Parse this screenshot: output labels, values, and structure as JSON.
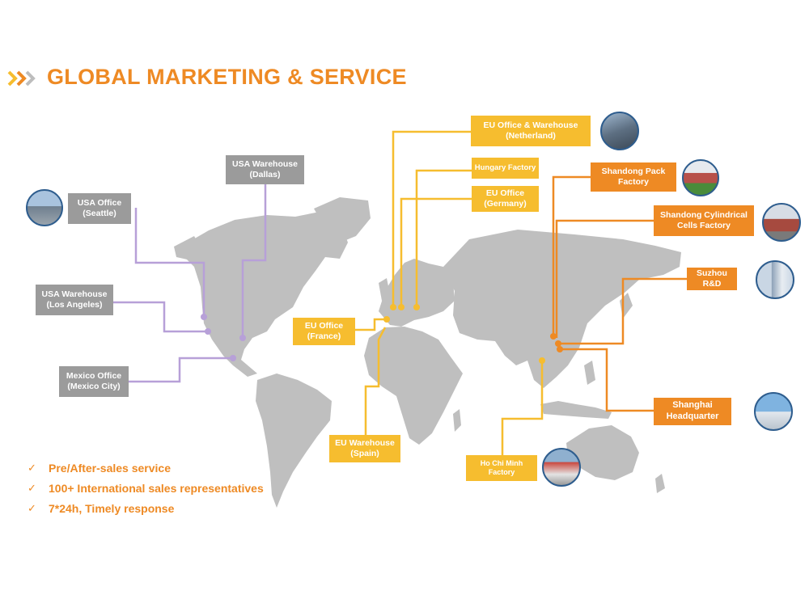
{
  "title": "GLOBAL MARKETING & SERVICE",
  "colors": {
    "accent": "#ee8a24",
    "yellow": "#f6bd2f",
    "gray": "#9b9b9b",
    "land": "#bfbfbf",
    "purple_line": "#b7a0d8"
  },
  "labels": {
    "usa_office": [
      "USA Office",
      "(Seattle)"
    ],
    "usa_warehouse_dallas": [
      "USA Warehouse",
      "(Dallas)"
    ],
    "usa_warehouse_la": [
      "USA Warehouse",
      "(Los Angeles)"
    ],
    "mexico_office": [
      "Mexico Office",
      "(Mexico City)"
    ],
    "eu_office_netherland": [
      "EU Office & Warehouse",
      "(Netherland)"
    ],
    "hungary_factory": [
      "Hungary Factory"
    ],
    "eu_office_germany": [
      "EU Office",
      "(Germany)"
    ],
    "eu_office_france": [
      "EU Office",
      "(France)"
    ],
    "eu_warehouse_spain": [
      "EU Warehouse",
      "(Spain)"
    ],
    "shandong_pack": [
      "Shandong Pack",
      "Factory"
    ],
    "shandong_cylindrical": [
      "Shandong Cylindrical",
      "Cells Factory"
    ],
    "suzhou": [
      "Suzhou",
      "R&D"
    ],
    "shanghai": [
      "Shanghai",
      "Headquarter"
    ],
    "ho_chi_minh": [
      "Ho Chi Minh",
      "Factory"
    ]
  },
  "bullets": [
    "Pre/After-sales service",
    "100+ International sales representatives",
    "7*24h, Timely response"
  ],
  "icons": {
    "check": "✓",
    "chevrons": "chevron-right-double-icon"
  }
}
